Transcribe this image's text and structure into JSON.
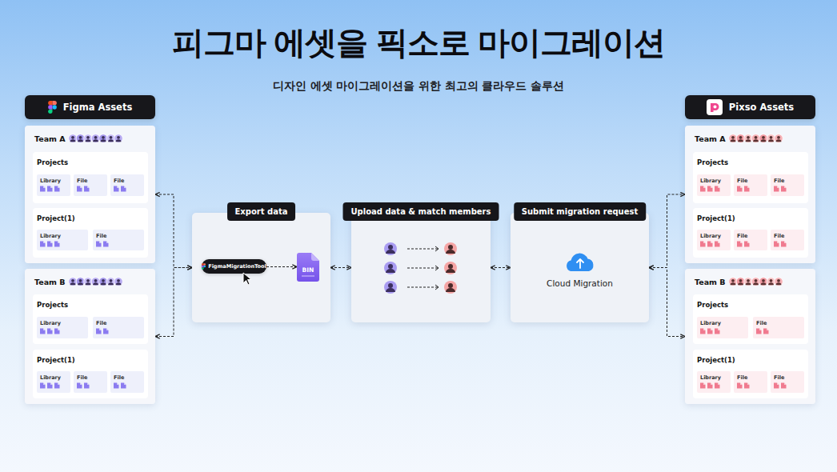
{
  "diagram": {
    "title": "피그마 에셋을 픽소로 마이그레이션",
    "caption": "디자인 에셋 마이그레이션을 위한 최고의 클라우드 솔루션",
    "nodes": [
      {
        "text": [
          "Figma Assets"
        ]
      },
      {
        "text": [
          "Team A"
        ]
      },
      {
        "text": [
          "Projects"
        ],
        "in": 1
      },
      {
        "text": [
          "Library"
        ],
        "in": 2
      },
      {
        "text": [
          "File"
        ],
        "in": 2
      },
      {
        "text": [
          "File"
        ],
        "in": 2
      },
      {
        "text": [
          "Project(1)"
        ],
        "in": 1
      },
      {
        "text": [
          "Library"
        ],
        "in": 6
      },
      {
        "text": [
          "File"
        ],
        "in": 6
      },
      {
        "text": [
          "Team B"
        ]
      },
      {
        "text": [
          "Projects"
        ],
        "in": 9
      },
      {
        "text": [
          "Library"
        ],
        "in": 10
      },
      {
        "text": [
          "File"
        ],
        "in": 10
      },
      {
        "text": [
          "Project(1)"
        ],
        "in": 9
      },
      {
        "text": [
          "Library"
        ],
        "in": 13
      },
      {
        "text": [
          "File"
        ],
        "in": 13
      },
      {
        "text": [
          "File"
        ],
        "in": 13
      },
      {
        "text": [
          "Export data"
        ]
      },
      {
        "text": [
          "FigmaMigrationTool"
        ],
        "in": 17
      },
      {
        "text": [
          "BIN"
        ],
        "in": 17
      },
      {
        "text": [
          "Upload data & match members"
        ]
      },
      {
        "text": [
          "Submit migration request",
          "Cloud Migration"
        ]
      },
      {
        "text": [
          "Pixso Assets"
        ]
      },
      {
        "text": [
          "Team A"
        ]
      },
      {
        "text": [
          "Projects"
        ],
        "in": 23
      },
      {
        "text": [
          "Library"
        ],
        "in": 24
      },
      {
        "text": [
          "File"
        ],
        "in": 24
      },
      {
        "text": [
          "File"
        ],
        "in": 24
      },
      {
        "text": [
          "Project(1)"
        ],
        "in": 23
      },
      {
        "text": [
          "Library"
        ],
        "in": 28
      },
      {
        "text": [
          "File"
        ],
        "in": 28
      },
      {
        "text": [
          "File"
        ],
        "in": 28
      },
      {
        "text": [
          "Team B"
        ]
      },
      {
        "text": [
          "Projects"
        ],
        "in": 32
      },
      {
        "text": [
          "Library"
        ],
        "in": 33
      },
      {
        "text": [
          "File"
        ],
        "in": 33
      },
      {
        "text": [
          "Project(1)"
        ],
        "in": 32
      },
      {
        "text": [
          "Library"
        ],
        "in": 36
      },
      {
        "text": [
          "File"
        ],
        "in": 36
      },
      {
        "text": [
          "File"
        ],
        "in": 36
      }
    ],
    "edges": [
      {
        "from": 1,
        "to": 17,
        "arrow": "both"
      },
      {
        "from": 9,
        "to": 17,
        "arrow": "both"
      },
      {
        "from": 18,
        "to": 19,
        "arrow": "to"
      },
      {
        "from": 17,
        "to": 20,
        "arrow": "both"
      },
      {
        "from": 20,
        "to": 21,
        "arrow": "both"
      },
      {
        "from": 21,
        "to": 23,
        "arrow": "both"
      },
      {
        "from": 21,
        "to": 32,
        "arrow": "both"
      }
    ]
  }
}
